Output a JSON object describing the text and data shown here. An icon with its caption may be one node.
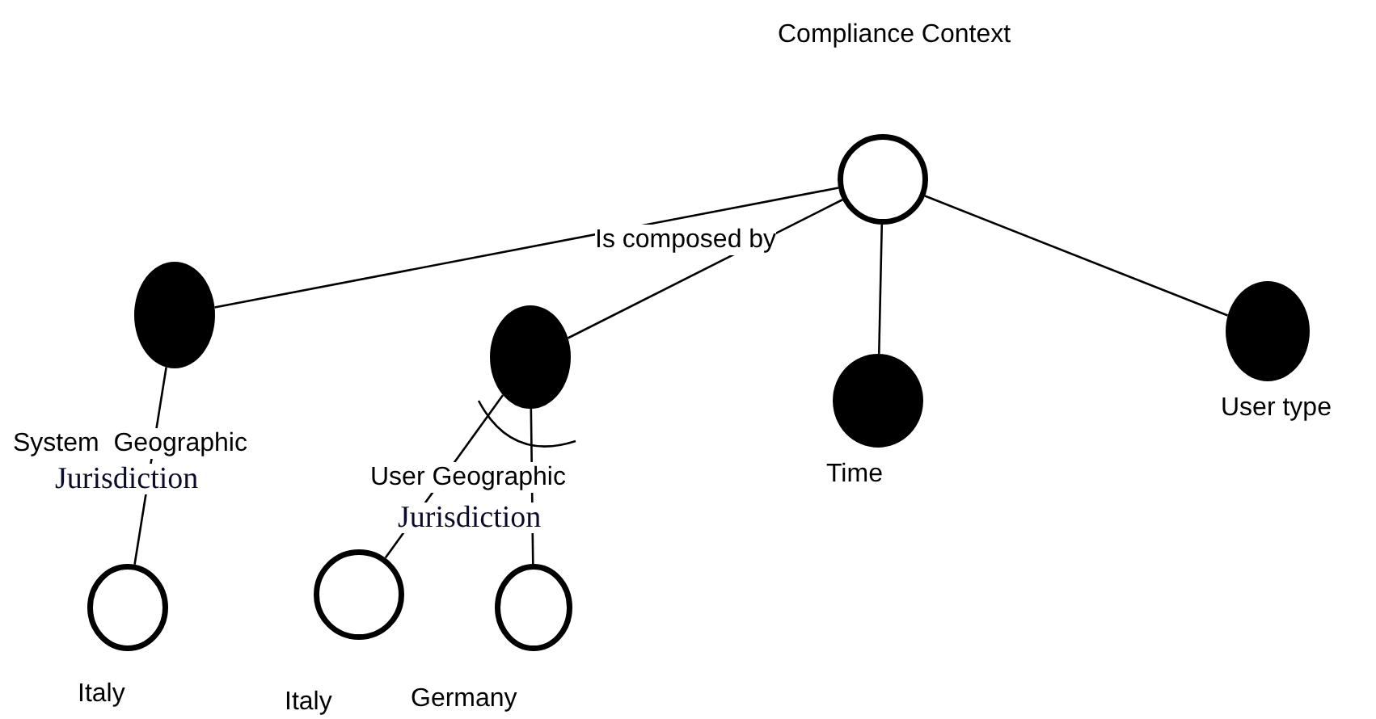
{
  "diagram": {
    "nodes": [
      {
        "text": [],
        "shape": "circle",
        "beside": [
          "Compliance Context"
        ]
      },
      {
        "text": [],
        "shape": "dot",
        "beside": [
          "System  Geographic",
          "Jurisdiction"
        ]
      },
      {
        "text": [],
        "shape": "dot",
        "beside": [
          "User Geographic",
          "Jurisdiction"
        ]
      },
      {
        "text": [],
        "shape": "dot",
        "beside": [
          "Time"
        ]
      },
      {
        "text": [],
        "shape": "dot",
        "beside": [
          "User type"
        ]
      },
      {
        "text": [],
        "shape": "circle",
        "beside": [
          "Italy"
        ]
      },
      {
        "text": [],
        "shape": "circle",
        "beside": [
          "Italy"
        ]
      },
      {
        "text": [],
        "shape": "circle",
        "beside": [
          "Germany"
        ]
      }
    ],
    "edges": [
      {
        "from": 0,
        "to": 1,
        "arrow": "none"
      },
      {
        "from": 0,
        "to": 2,
        "arrow": "none",
        "label": "Is composed by"
      },
      {
        "from": 0,
        "to": 3,
        "arrow": "none"
      },
      {
        "from": 0,
        "to": 4,
        "arrow": "none"
      },
      {
        "from": 1,
        "to": 5,
        "arrow": "none"
      },
      {
        "from": 2,
        "to": 6,
        "arrow": "none"
      },
      {
        "from": 2,
        "to": 7,
        "arrow": "none"
      }
    ]
  }
}
